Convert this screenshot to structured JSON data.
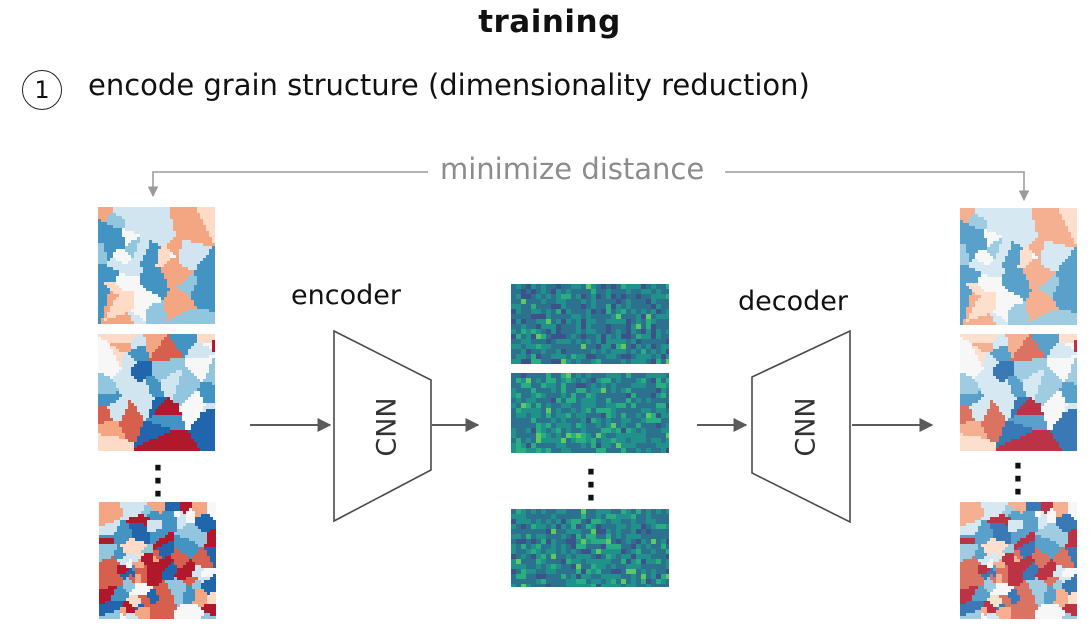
{
  "title": "training",
  "step": {
    "number": "1",
    "text": "encode grain structure (dimensionality reduction)"
  },
  "loss_label": "minimize distance",
  "encoder": {
    "label": "encoder",
    "block": "CNN"
  },
  "decoder": {
    "label": "decoder",
    "block": "CNN"
  },
  "colors": {
    "arrow": "#5a5a5a",
    "loss_line": "#9a9a9a",
    "grain_palette": [
      "#b2182b",
      "#d6604d",
      "#f4a582",
      "#fddbc7",
      "#f7f7f7",
      "#d1e5f0",
      "#92c5de",
      "#4393c3",
      "#2166ac"
    ],
    "latent_palette": [
      "#2c728e",
      "#21918c",
      "#28ae80",
      "#5ec962",
      "#3b528b"
    ]
  }
}
